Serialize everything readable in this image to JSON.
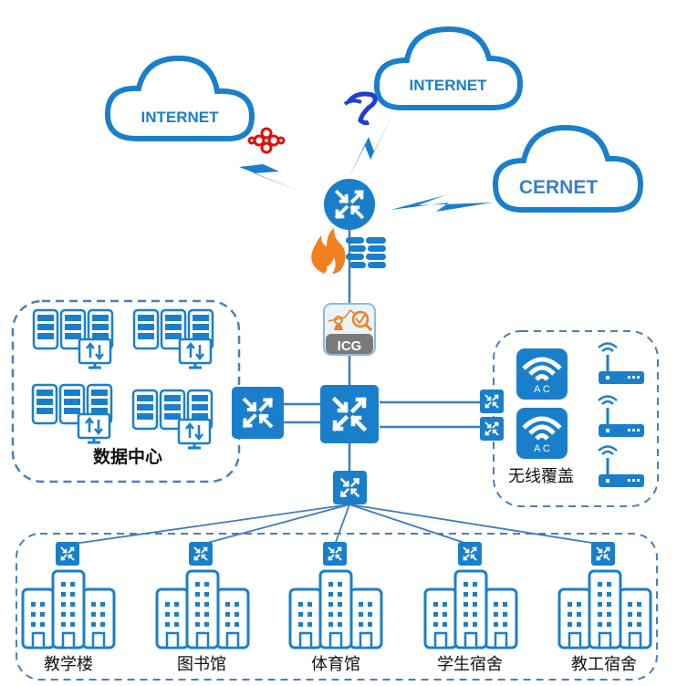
{
  "diagram": {
    "clouds": [
      {
        "id": "internet-unicom",
        "label": "INTERNET",
        "provider": "China Unicom"
      },
      {
        "id": "internet-telecom",
        "label": "INTERNET",
        "provider": "China Telecom"
      },
      {
        "id": "cernet",
        "label": "CERNET"
      }
    ],
    "core": {
      "router": "router",
      "firewall": "firewall",
      "gateway_label": "ICG"
    },
    "datacenter": {
      "label": "数据中心",
      "server_groups": 4
    },
    "wireless": {
      "label": "无线覆盖",
      "ac_label": "A C",
      "ac_count": 2,
      "ap_count": 3
    },
    "buildings": [
      {
        "label": "教学楼"
      },
      {
        "label": "图书馆"
      },
      {
        "label": "体育馆"
      },
      {
        "label": "学生宿舍"
      },
      {
        "label": "教工宿舍"
      }
    ],
    "colors": {
      "primary": "#1a7fcb",
      "line": "#3f7cc0",
      "dash": "#4a7fb8",
      "flame": "#f08020",
      "unicom": "#e01010",
      "telecom": "#1e3fd0",
      "icg_gray": "#7a7a7a"
    }
  }
}
